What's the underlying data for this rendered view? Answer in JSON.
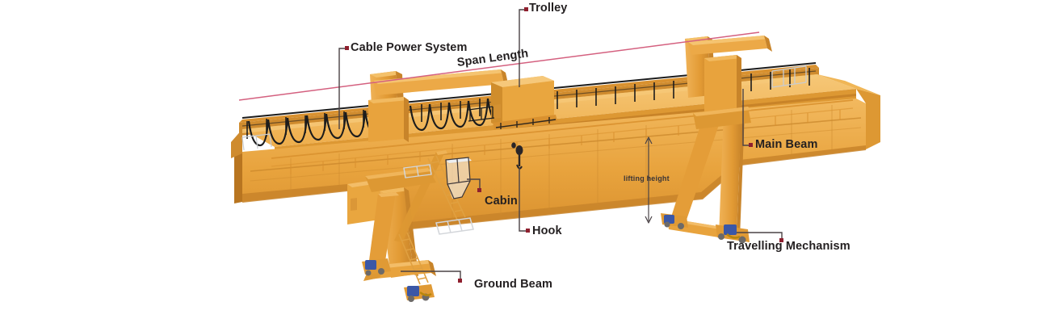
{
  "diagram": {
    "title_alt": "Gantry crane component diagram",
    "background_color": "#ffffff",
    "structure_color": "#e8a33d",
    "structure_color_light": "#f0b55a",
    "structure_color_dark": "#c8842a",
    "structure_color_deep": "#b87520",
    "leader_color": "#4a4245",
    "leader_dot_color": "#8e1f2e",
    "span_line_color": "#d4607f",
    "rail_color": "#1c1c1c",
    "motor_color": "#3b57a6"
  },
  "labels": {
    "trolley": "Trolley",
    "cable_power_system": "Cable Power System",
    "span_length": "Span Length",
    "main_beam": "Main Beam",
    "lifting_height": "lifting height",
    "travelling_mechanism": "Travelling Mechanism",
    "cabin": "Cabin",
    "hook": "Hook",
    "ground_beam": "Ground Beam"
  }
}
